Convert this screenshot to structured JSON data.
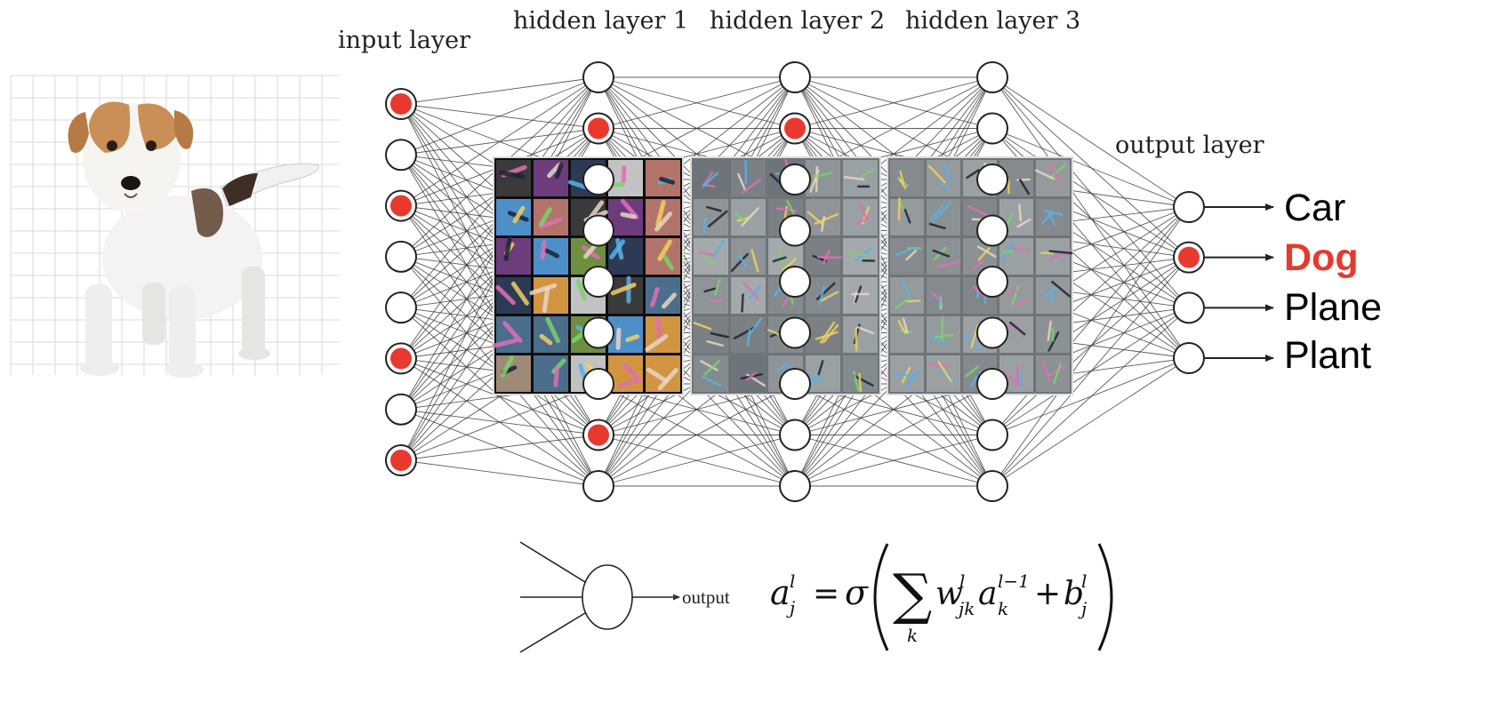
{
  "layers": {
    "input": {
      "title": "input layer",
      "node_count": 8,
      "active": [
        0,
        2,
        5,
        7
      ]
    },
    "hidden": [
      {
        "title": "hidden layer 1",
        "node_count": 9,
        "active": [
          1,
          7
        ]
      },
      {
        "title": "hidden layer 2",
        "node_count": 9,
        "active": [
          1
        ]
      },
      {
        "title": "hidden layer 3",
        "node_count": 9,
        "active": []
      }
    ],
    "output": {
      "title": "output layer",
      "classes": [
        "Car",
        "Dog",
        "Plane",
        "Plant"
      ],
      "predicted_index": 1
    }
  },
  "colors": {
    "active_node": "#e8392e",
    "predicted_label": "#e8392e",
    "edge": "#333333"
  },
  "neuron_caption": "output",
  "formula": {
    "lhs": "a",
    "lhs_sub": "j",
    "lhs_sup": "l",
    "equals": "=",
    "sigma": "σ",
    "sum_symbol": "∑",
    "sum_index": "k",
    "w": "w",
    "w_sub": "jk",
    "w_sup": "l",
    "a": "a",
    "a_sub": "k",
    "a_sup": "l−1",
    "plus": "+",
    "b": "b",
    "b_sub": "j",
    "b_sup": "l"
  },
  "feature_panels": [
    "edge-filters",
    "part-filters",
    "object-filters"
  ]
}
